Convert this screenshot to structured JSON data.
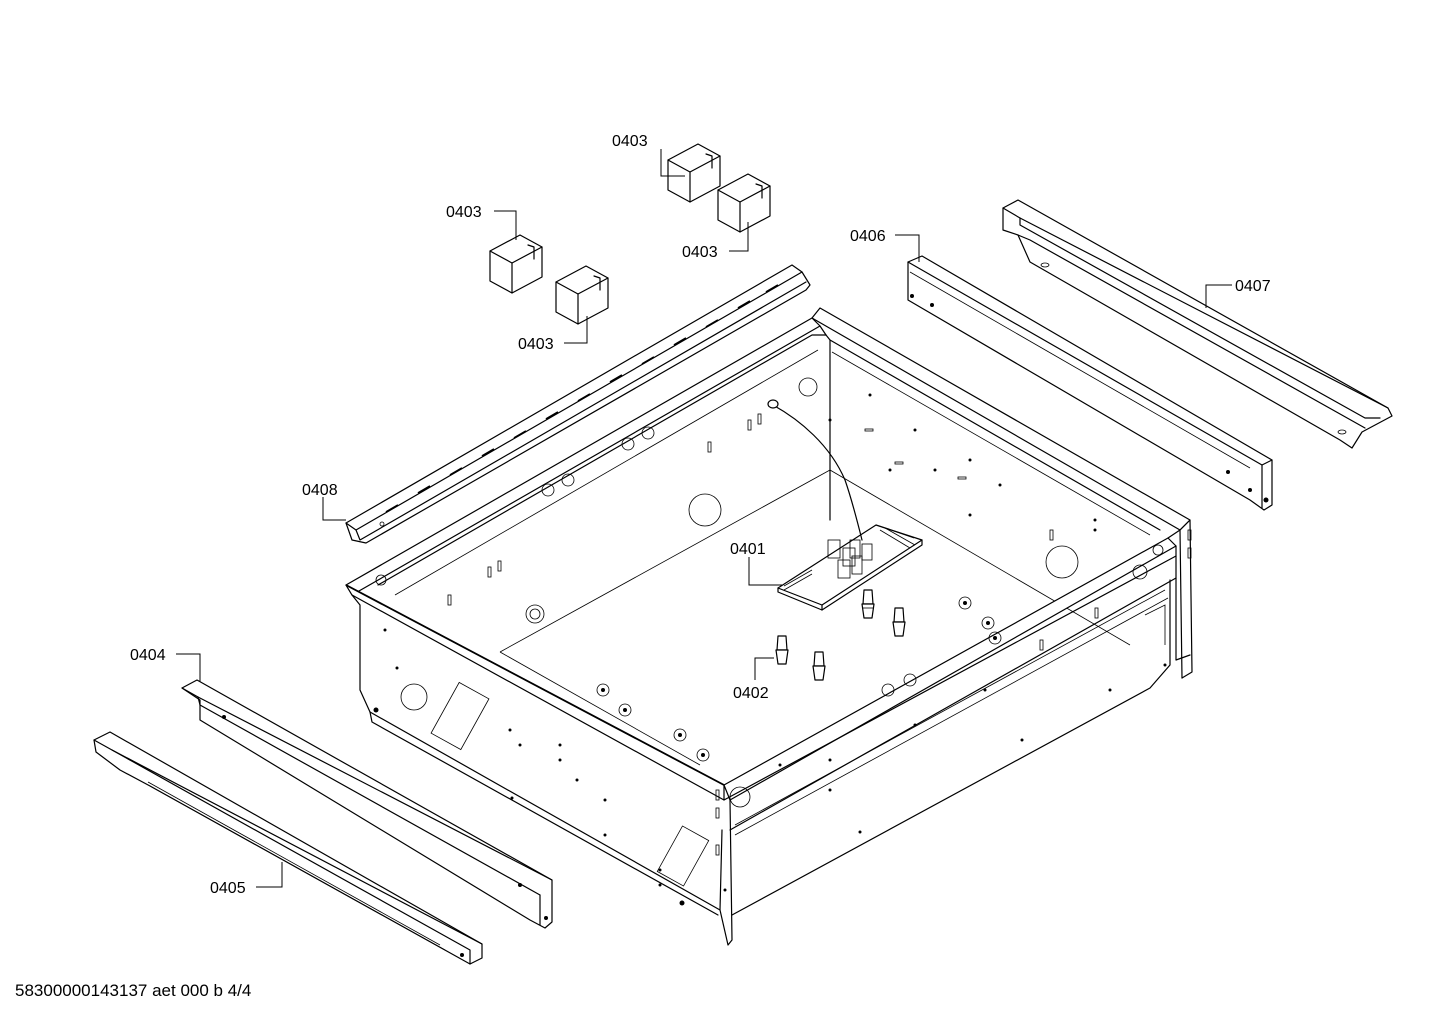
{
  "diagram": {
    "callouts": [
      {
        "id": "c1",
        "label": "0403"
      },
      {
        "id": "c2",
        "label": "0403"
      },
      {
        "id": "c3",
        "label": "0403"
      },
      {
        "id": "c4",
        "label": "0403"
      },
      {
        "id": "c5",
        "label": "0406"
      },
      {
        "id": "c6",
        "label": "0407"
      },
      {
        "id": "c7",
        "label": "0408"
      },
      {
        "id": "c8",
        "label": "0401"
      },
      {
        "id": "c9",
        "label": "0402"
      },
      {
        "id": "c10",
        "label": "0404"
      },
      {
        "id": "c11",
        "label": "0405"
      }
    ]
  },
  "footer": {
    "document_id": "58300000143137 aet 000 b 4/4"
  }
}
